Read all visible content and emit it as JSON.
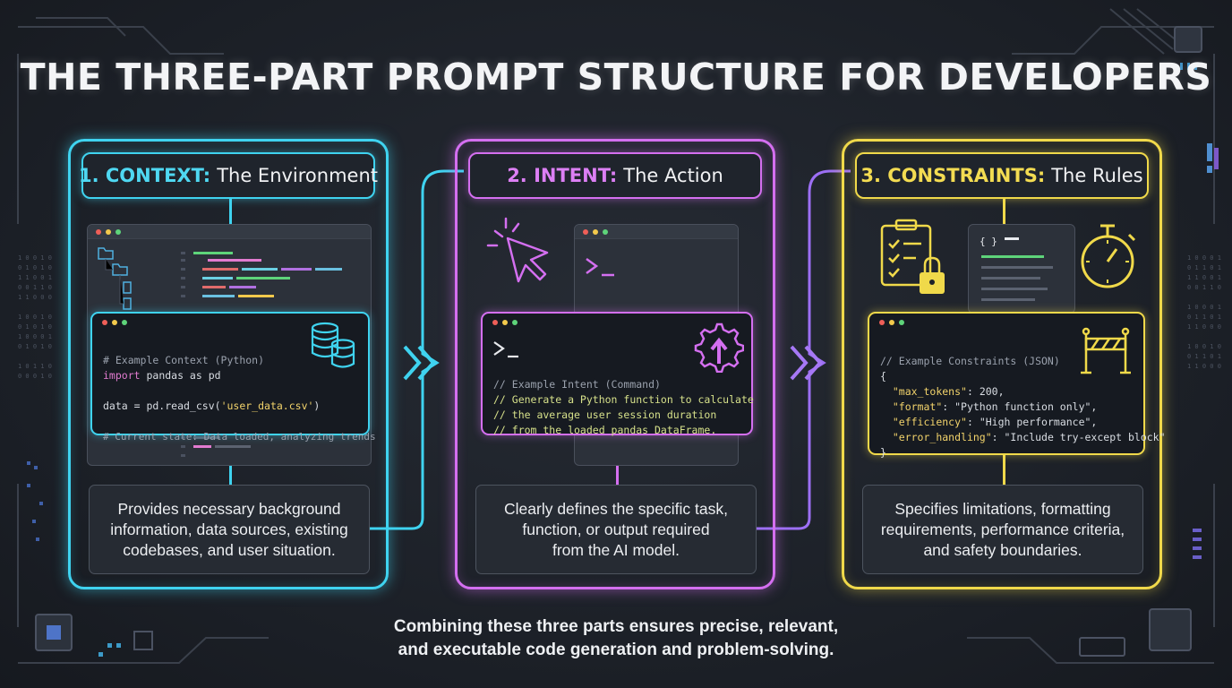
{
  "title": "THE THREE-PART PROMPT STRUCTURE FOR DEVELOPERS",
  "panels": [
    {
      "number": "1. CONTEXT:",
      "heading": "The Environment",
      "accent": "#3fd3f0",
      "icon": "database-icon",
      "code": {
        "line1": "# Example Context (Python)",
        "line2_kw": "import",
        "line2_rest": " pandas as pd",
        "line3_pre": "data = pd.read_csv(",
        "line3_str": "'user_data.csv'",
        "line3_post": ")",
        "line4": "# Current state: Data loaded, analyzing trends"
      },
      "description": [
        "Provides necessary background",
        "information, data sources, existing",
        "codebases, and user situation."
      ]
    },
    {
      "number": "2. INTENT:",
      "heading": "The Action",
      "accent": "#d46ff0",
      "icon": "gear-arrow-icon",
      "prompt": ">_",
      "code": {
        "line1": "// Example Intent (Command)",
        "line2": "// Generate a Python function to calculate",
        "line3": "// the average user session duration",
        "line4": "// from the loaded pandas DataFrame."
      },
      "description": [
        "Clearly defines the specific task,",
        "function, or output required",
        "from the AI model."
      ]
    },
    {
      "number": "3. CONSTRAINTS:",
      "heading": "The Rules",
      "accent": "#f0d94a",
      "icon": "barrier-icon",
      "code": {
        "line1": "// Example Constraints (JSON)",
        "line2": "{",
        "k1": "\"max_tokens\"",
        "v1": "200,",
        "k2": "\"format\"",
        "v2": "\"Python function only\",",
        "k3": "\"efficiency\"",
        "v3": "\"High performance\",",
        "k4": "\"error_handling\"",
        "v4": "\"Include try-except block\"",
        "line7": "}"
      },
      "description": [
        "Specifies limitations, formatting",
        "requirements, performance criteria,",
        "and safety boundaries."
      ]
    }
  ],
  "footer": [
    "Combining these three parts ensures precise, relevant,",
    "and executable code generation and problem-solving."
  ]
}
